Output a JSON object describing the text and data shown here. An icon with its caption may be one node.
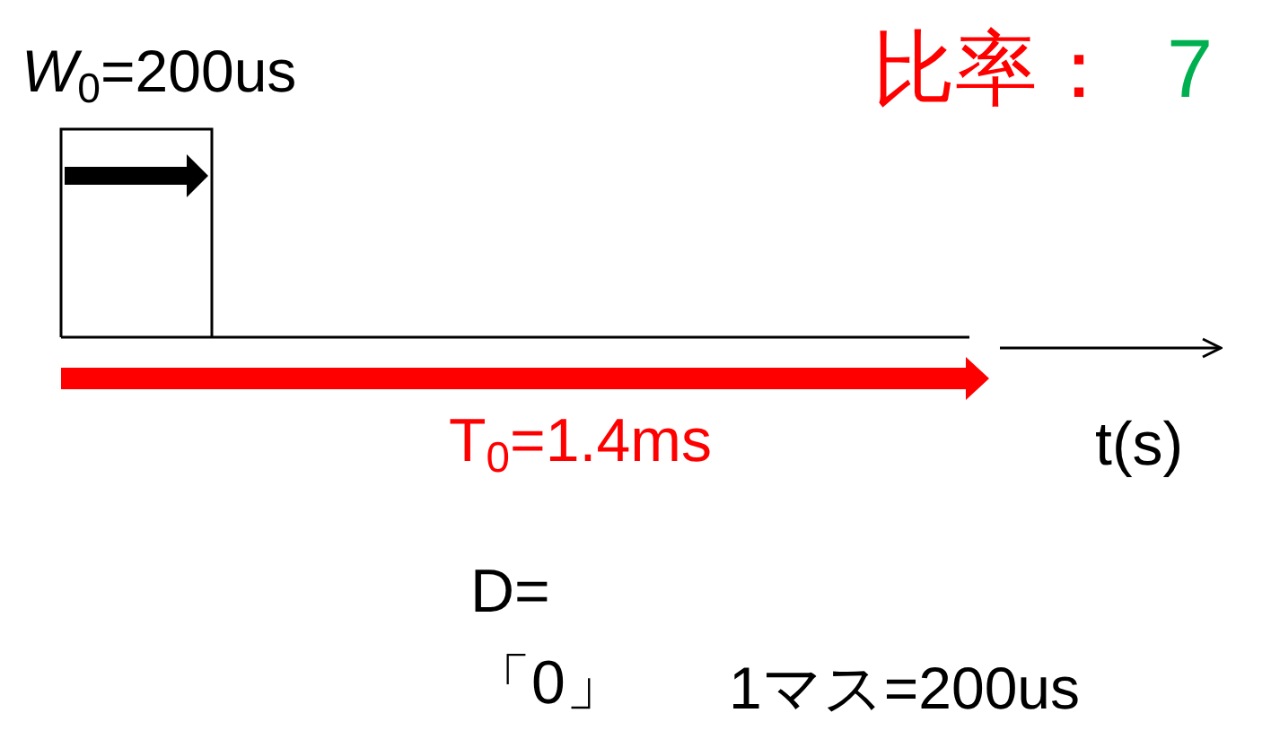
{
  "diagram": {
    "labels": [
      "*W*$_{0}$=200us",
      "比率：",
      "7",
      "T$_{0}$=1.4ms",
      "t(s)",
      "D=「0」",
      "1マス=200us"
    ]
  }
}
